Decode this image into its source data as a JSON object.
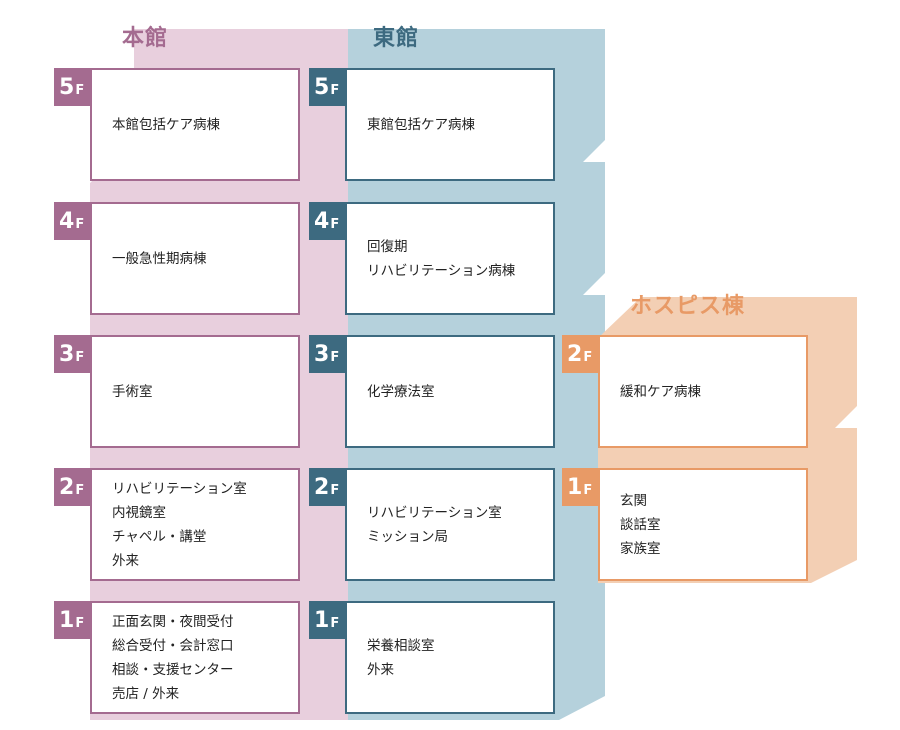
{
  "colors": {
    "honkan": "#a46b90",
    "toukan": "#3d6a80",
    "hospice": "#e89a66"
  },
  "buildings": [
    {
      "key": "honkan",
      "name": "本館",
      "floors": [
        {
          "floor": "5",
          "lines": [
            "本館包括ケア病棟"
          ]
        },
        {
          "floor": "4",
          "lines": [
            "一般急性期病棟"
          ]
        },
        {
          "floor": "3",
          "lines": [
            "手術室"
          ]
        },
        {
          "floor": "2",
          "lines": [
            "リハビリテーション室",
            "内視鏡室",
            "チャペル・講堂",
            "外来"
          ]
        },
        {
          "floor": "1",
          "lines": [
            "正面玄関・夜間受付",
            "総合受付・会計窓口",
            "相談・支援センター",
            "売店 / 外来"
          ]
        }
      ]
    },
    {
      "key": "toukan",
      "name": "東館",
      "floors": [
        {
          "floor": "5",
          "lines": [
            "東館包括ケア病棟"
          ]
        },
        {
          "floor": "4",
          "lines": [
            "回復期",
            "リハビリテーション病棟"
          ]
        },
        {
          "floor": "3",
          "lines": [
            "化学療法室"
          ]
        },
        {
          "floor": "2",
          "lines": [
            "リハビリテーション室",
            "ミッション局"
          ]
        },
        {
          "floor": "1",
          "lines": [
            "栄養相談室",
            "外来"
          ]
        }
      ]
    },
    {
      "key": "hospice",
      "name": "ホスピス棟",
      "floors": [
        {
          "floor": "2",
          "lines": [
            "緩和ケア病棟"
          ]
        },
        {
          "floor": "1",
          "lines": [
            "玄関",
            "談話室",
            "家族室"
          ]
        }
      ]
    }
  ],
  "floor_suffix": "F"
}
